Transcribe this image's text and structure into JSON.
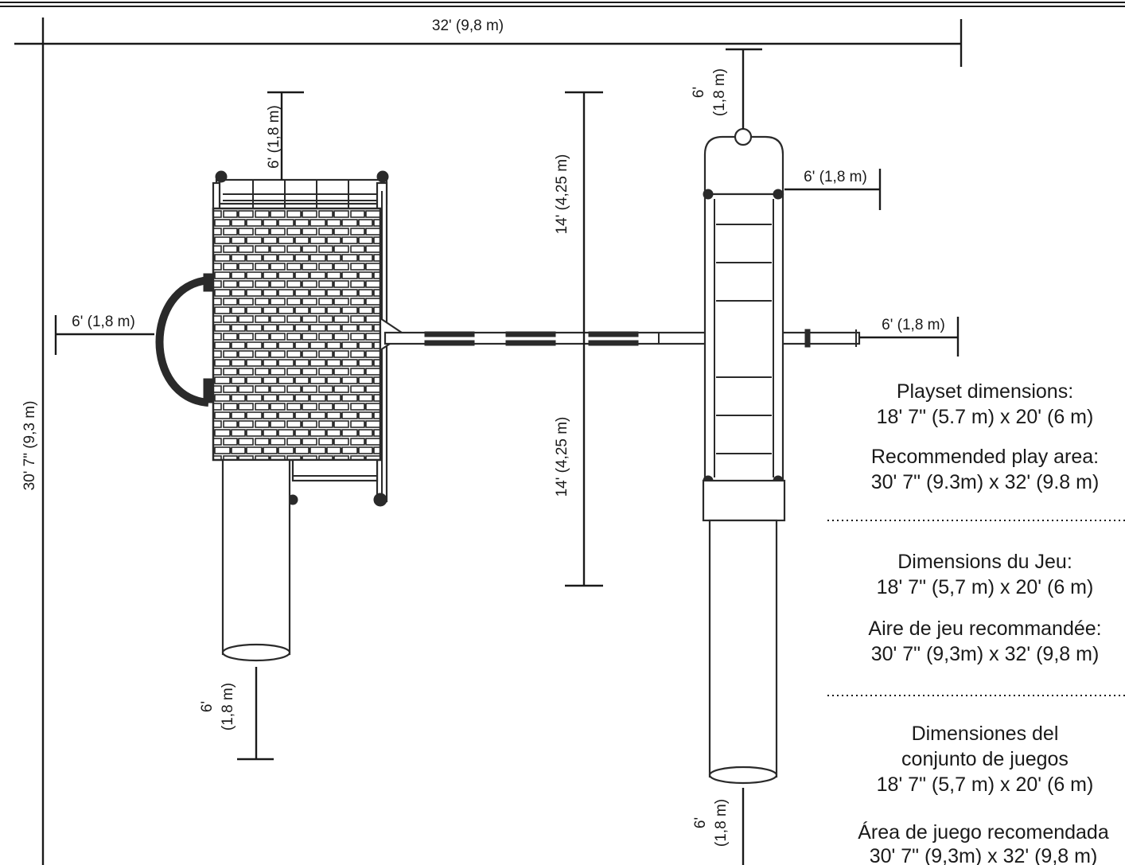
{
  "dimensions": {
    "overall_width": "32' (9,8 m)",
    "overall_depth": "30' 7\" (9,3 m)",
    "fort_top_clearance": "6' (1,8 m)",
    "fort_left_clearance": "6' (1,8 m)",
    "slide_end_clearance_1": "6'",
    "slide_end_clearance_2": "(1,8 m)",
    "swing_above": "14' (4,25 m)",
    "swing_below": "14' (4,25 m)",
    "ladder_top_clearance_1": "6'",
    "ladder_top_clearance_2": "(1,8 m)",
    "ladder_side_clearance": "6' (1,8 m)",
    "beam_end_clearance": "6' (1,8 m)",
    "ladder_bottom_clearance_1": "6'",
    "ladder_bottom_clearance_2": "(1,8 m)"
  },
  "info": {
    "en_title": "Playset dimensions:",
    "en_size": "18' 7\" (5.7 m) x 20' (6 m)",
    "en_area_title": "Recommended play area:",
    "en_area": "30' 7\" (9.3m) x 32' (9.8 m)",
    "fr_title": "Dimensions du Jeu:",
    "fr_size": "18' 7\" (5,7 m) x 20' (6 m)",
    "fr_area_title": "Aire de jeu recommandée:",
    "fr_area": "30' 7\" (9,3m) x 32' (9,8 m)",
    "es_title_1": "Dimensiones del",
    "es_title_2": "conjunto de juegos",
    "es_size": "18' 7\" (5,7 m) x 20' (6 m)",
    "es_area_title": "Área de juego recomendada",
    "es_area": "30' 7\" (9,3m) x 32' (9,8 m)"
  }
}
